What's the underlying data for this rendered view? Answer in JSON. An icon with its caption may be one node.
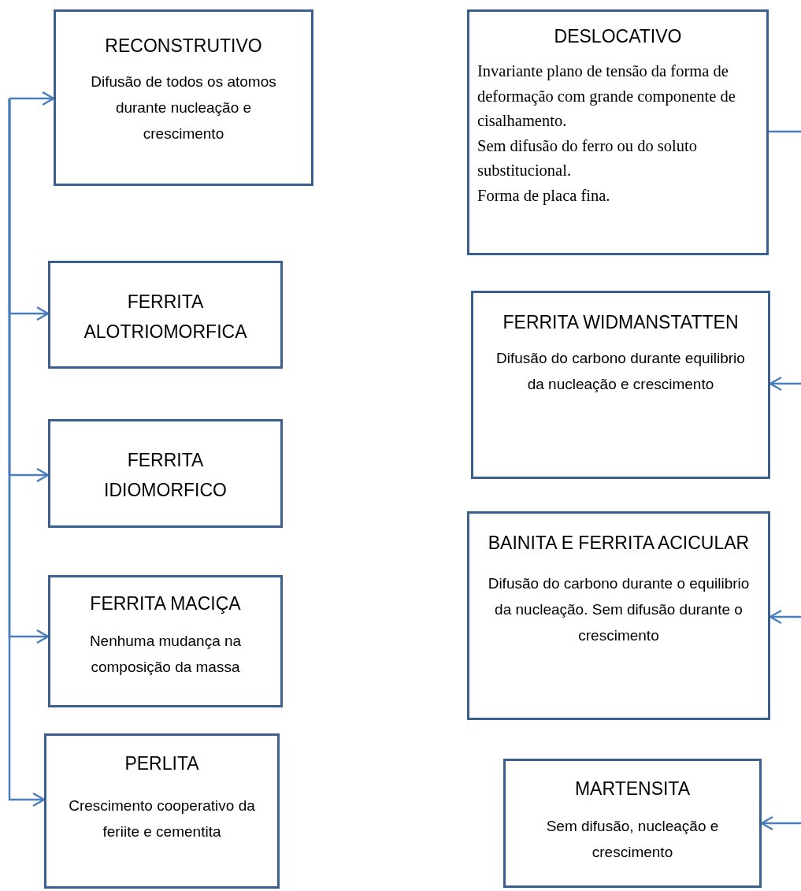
{
  "diagram": {
    "nodes": [
      {
        "text": [
          "RECONSTRUTIVO",
          "Difusão de todos os atomos durante nucleação e crescimento"
        ]
      },
      {
        "text": [
          "FERRITA ALOTRIOMORFICA"
        ]
      },
      {
        "text": [
          "FERRITA IDIOMORFICO"
        ]
      },
      {
        "text": [
          "FERRITA MACIÇA",
          "Nenhuma mudança na composição da massa"
        ]
      },
      {
        "text": [
          "PERLITA",
          "Crescimento cooperativo da feriite e cementita"
        ]
      },
      {
        "text": [
          "DESLOCATIVO",
          "Invariante plano de tensão da forma de deformação com grande componente de cisalhamento.",
          "Sem difusão do ferro ou do soluto substitucional.",
          "Forma de placa fina."
        ]
      },
      {
        "text": [
          "FERRITA WIDMANSTATTEN",
          "Difusão do carbono durante equilibrio da nucleação e crescimento"
        ]
      },
      {
        "text": [
          "BAINITA E FERRITA ACICULAR",
          "Difusão do carbono durante o equilibrio  da nucleação. Sem difusão durante o crescimento"
        ]
      },
      {
        "text": [
          "MARTENSITA",
          "Sem difusão, nucleação e crescimento"
        ]
      }
    ],
    "edges": [
      {
        "from": null,
        "to": 0,
        "arrow": "to"
      },
      {
        "from": null,
        "to": 1,
        "arrow": "to"
      },
      {
        "from": null,
        "to": 2,
        "arrow": "to"
      },
      {
        "from": null,
        "to": 3,
        "arrow": "to"
      },
      {
        "from": null,
        "to": 4,
        "arrow": "to"
      },
      {
        "from": 5,
        "to": null,
        "arrow": "none"
      },
      {
        "from": null,
        "to": 6,
        "arrow": "to"
      },
      {
        "from": null,
        "to": 7,
        "arrow": "to"
      },
      {
        "from": null,
        "to": 8,
        "arrow": "to"
      }
    ]
  }
}
